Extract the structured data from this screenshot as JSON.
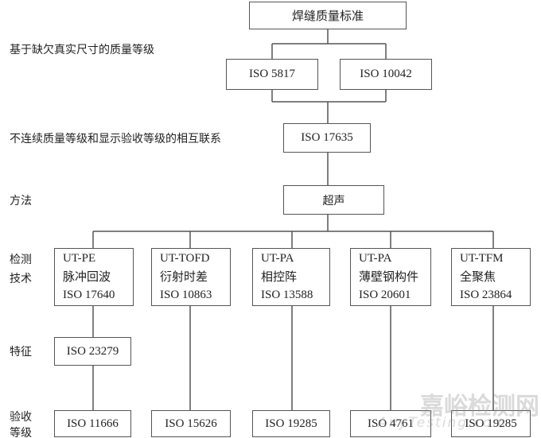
{
  "title": "焊缝质量标准",
  "row_labels": {
    "quality_levels": "基于缺欠真实尺寸的质量等级",
    "correlation": "不连续质量等级和显示验收等级的相互联系",
    "method": "方法",
    "technique_1": "检测",
    "technique_2": "技术",
    "characterization": "特征",
    "acceptance_1": "验收",
    "acceptance_2": "等级"
  },
  "quality_standards": [
    "ISO 5817",
    "ISO 10042"
  ],
  "correlation_standard": "ISO 17635",
  "method": "超声",
  "techniques": [
    {
      "code": "UT-PE",
      "name": "脉冲回波",
      "standard": "ISO 17640"
    },
    {
      "code": "UT-TOFD",
      "name": "衍射时差",
      "standard": "ISO 10863"
    },
    {
      "code": "UT-PA",
      "name": "相控阵",
      "standard": "ISO 13588"
    },
    {
      "code": "UT-PA",
      "name": "薄壁钢构件",
      "standard": "ISO 20601"
    },
    {
      "code": "UT-TFM",
      "name": "全聚焦",
      "standard": "ISO 23864"
    }
  ],
  "characterization_standard": "ISO 23279",
  "acceptance_standards": [
    "ISO 11666",
    "ISO 15626",
    "ISO 19285",
    "ISO 4761",
    "ISO 19285"
  ],
  "watermark": {
    "cn": "嘉峪检测网",
    "en": "AnyTesting.com"
  }
}
